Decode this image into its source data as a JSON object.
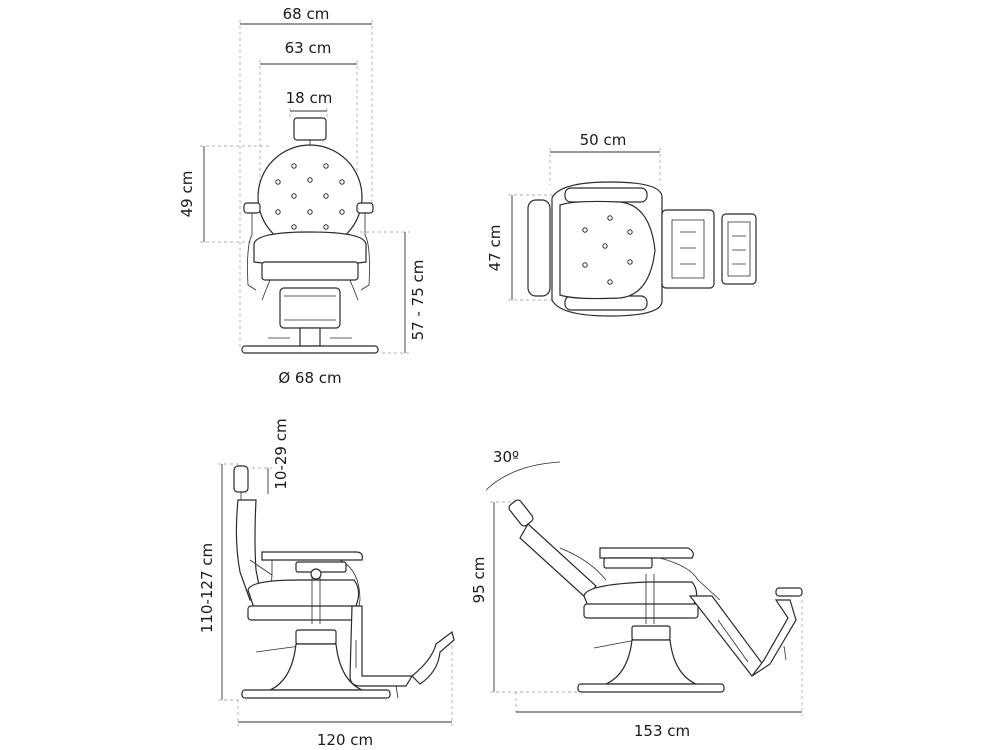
{
  "front_view": {
    "width_outer": "68 cm",
    "width_seat": "63 cm",
    "headrest_width": "18 cm",
    "backrest_height": "49 cm",
    "seat_height": "57 - 75 cm",
    "base_diameter": "Ø 68 cm"
  },
  "top_view": {
    "seat_width": "50 cm",
    "seat_depth": "47 cm"
  },
  "side_view": {
    "headrest_adjust": "10-29 cm",
    "total_height": "110-127 cm",
    "length": "120 cm"
  },
  "reclined_view": {
    "recline_angle": "30º",
    "height": "95 cm",
    "length": "153 cm"
  }
}
